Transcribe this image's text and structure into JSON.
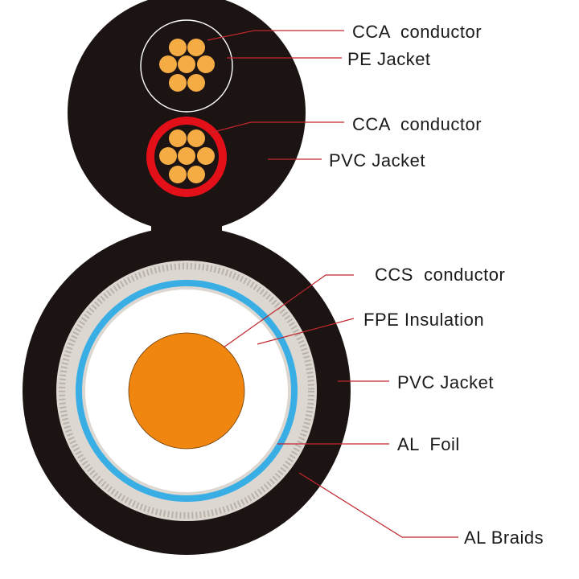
{
  "colors": {
    "jacket_black": "#1c1413",
    "cca_strand": "#f6ac45",
    "pe_ring": "#ffffff",
    "pvc_red": "#e3101a",
    "braid": "#dcd7d1",
    "foil_blue": "#38aee4",
    "fpe_white": "#ffffff",
    "ccs_orange": "#f0860f",
    "leader_red": "#c0262d"
  },
  "labels": {
    "top_conductor": "CCA  conductor",
    "pe_jacket": "PE Jacket",
    "mid_conductor": "CCA  conductor",
    "pvc_jacket_top": "PVC Jacket",
    "ccs_conductor": "CCS  conductor",
    "fpe_insulation": "FPE Insulation",
    "pvc_jacket_main": "PVC Jacket",
    "al_foil": "AL  Foil",
    "al_braids": "AL Braids"
  }
}
